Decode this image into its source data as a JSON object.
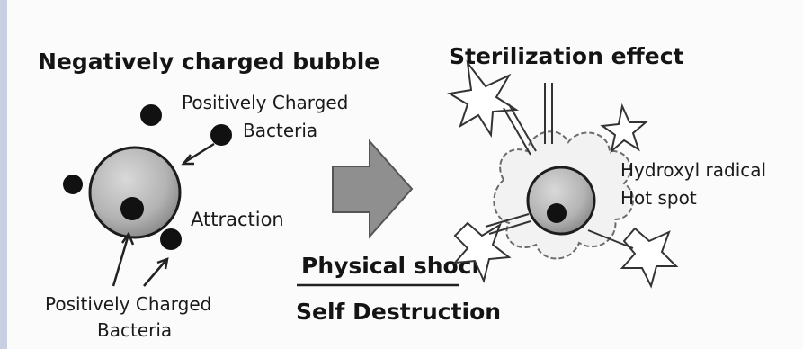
{
  "left_panel": {
    "title": "Negatively charged bubble",
    "label_top": [
      "Positively Charged",
      "Bacteria"
    ],
    "label_attraction": "Attraction",
    "label_bottom": [
      "Positively Charged",
      "Bacteria"
    ]
  },
  "center": {
    "label_top": "Physical shock",
    "label_bottom": "Self Destruction"
  },
  "right_panel": {
    "title": "Sterilization effect",
    "label_radical": "Hydroxyl radical",
    "label_hotspot": "Hot spot"
  },
  "colors": {
    "bubble_fill": "#b7b7b7",
    "bacteria": "#111111",
    "arrow_fill": "#8f8f8f",
    "line": "#222222"
  }
}
